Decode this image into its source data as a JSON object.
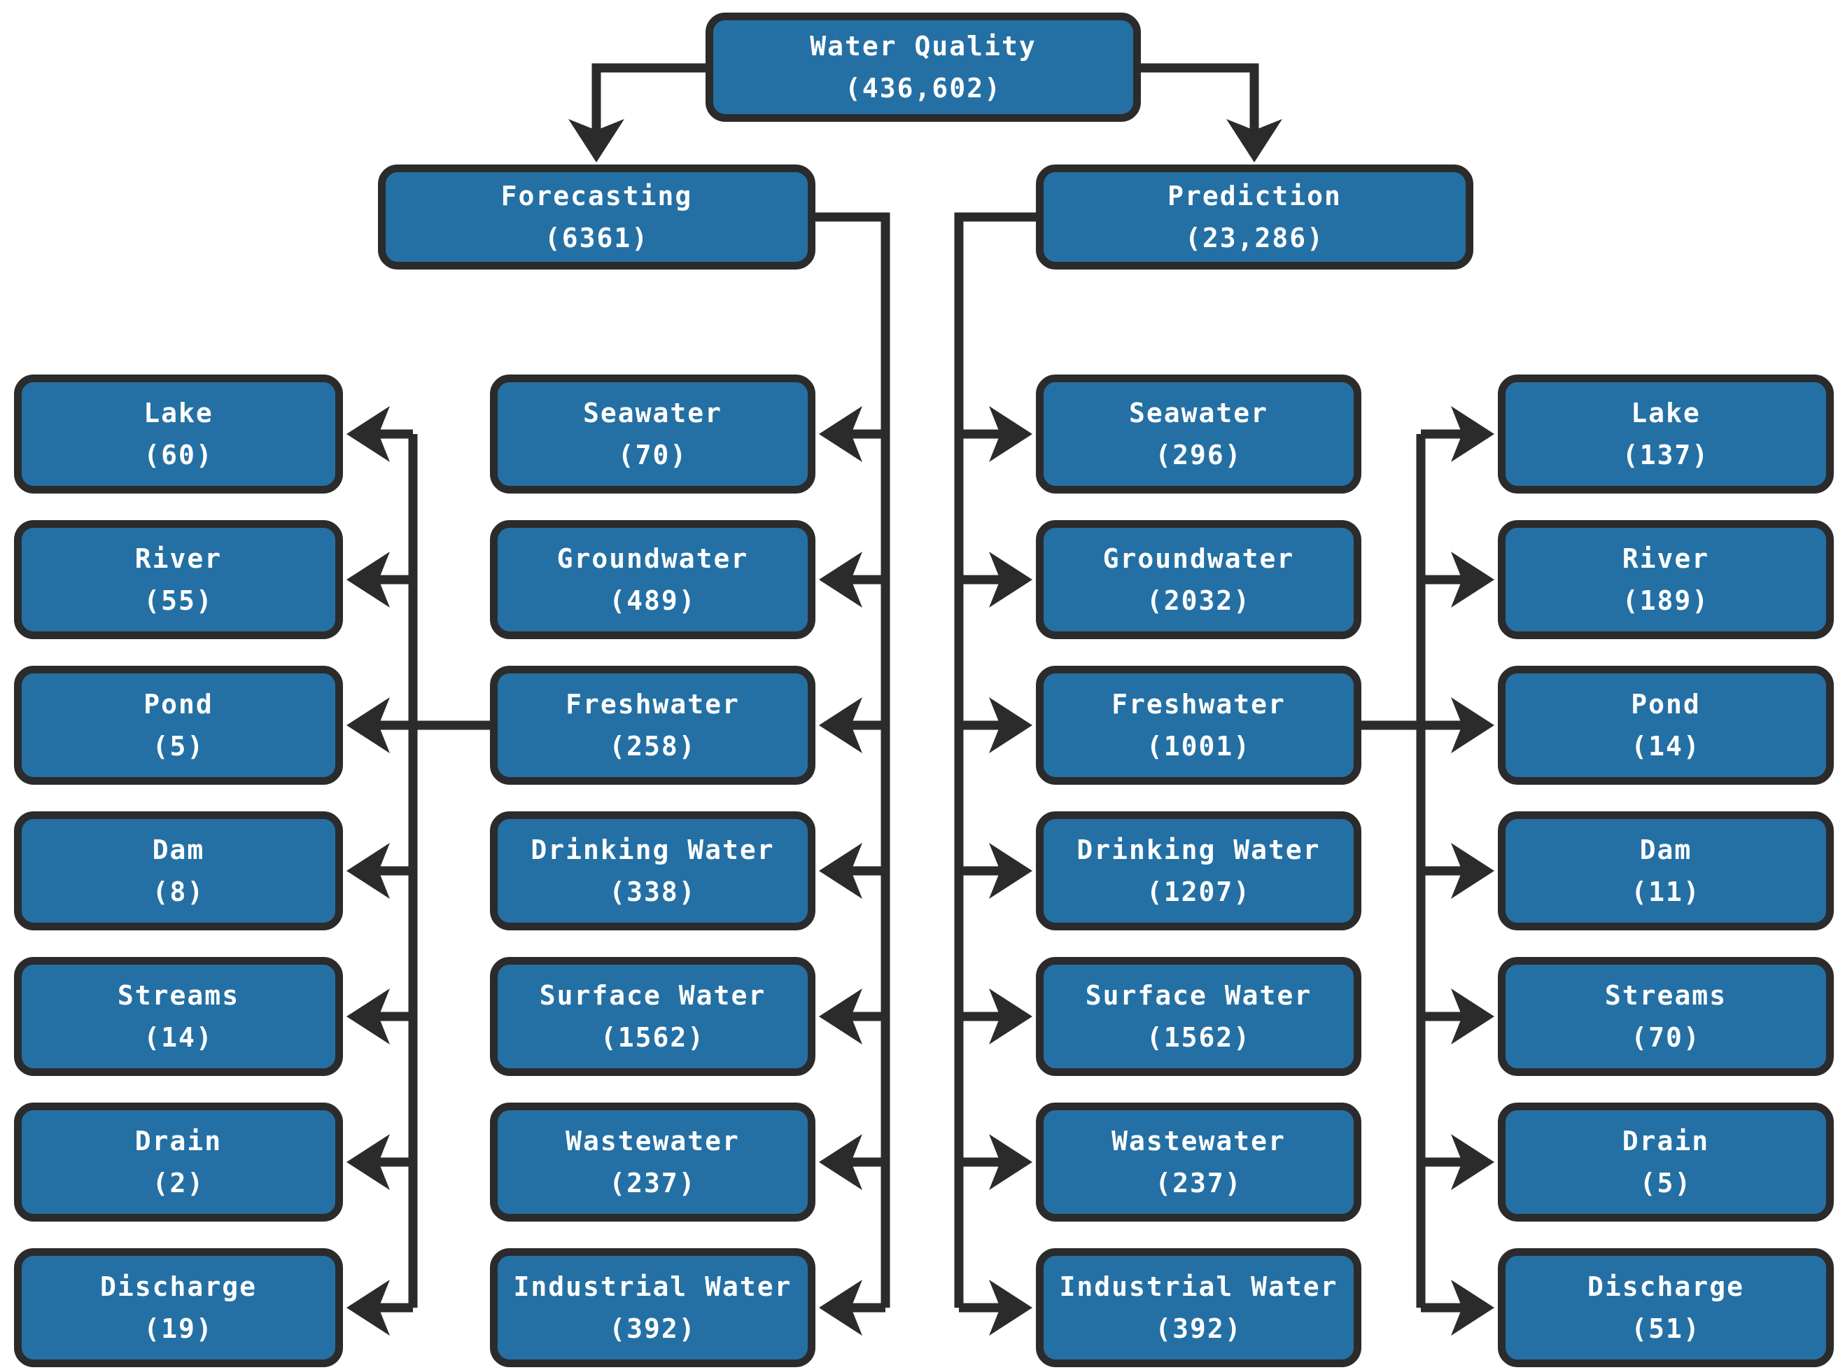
{
  "diagram": {
    "root": {
      "label": "Water Quality",
      "count": "(436,602)"
    },
    "forecasting": {
      "label": "Forecasting",
      "count": "(6361)"
    },
    "prediction": {
      "label": "Prediction",
      "count": "(23,286)"
    },
    "forecasting_categories": [
      {
        "label": "Seawater",
        "count": "(70)"
      },
      {
        "label": "Groundwater",
        "count": "(489)"
      },
      {
        "label": "Freshwater",
        "count": "(258)"
      },
      {
        "label": "Drinking Water",
        "count": "(338)"
      },
      {
        "label": "Surface Water",
        "count": "(1562)"
      },
      {
        "label": "Wastewater",
        "count": "(237)"
      },
      {
        "label": "Industrial Water",
        "count": "(392)"
      }
    ],
    "prediction_categories": [
      {
        "label": "Seawater",
        "count": "(296)"
      },
      {
        "label": "Groundwater",
        "count": "(2032)"
      },
      {
        "label": "Freshwater",
        "count": "(1001)"
      },
      {
        "label": "Drinking Water",
        "count": "(1207)"
      },
      {
        "label": "Surface Water",
        "count": "(1562)"
      },
      {
        "label": "Wastewater",
        "count": "(237)"
      },
      {
        "label": "Industrial Water",
        "count": "(392)"
      }
    ],
    "forecasting_freshwater_children": [
      {
        "label": "Lake",
        "count": "(60)"
      },
      {
        "label": "River",
        "count": "(55)"
      },
      {
        "label": "Pond",
        "count": "(5)"
      },
      {
        "label": "Dam",
        "count": "(8)"
      },
      {
        "label": "Streams",
        "count": "(14)"
      },
      {
        "label": "Drain",
        "count": "(2)"
      },
      {
        "label": "Discharge",
        "count": "(19)"
      }
    ],
    "prediction_freshwater_children": [
      {
        "label": "Lake",
        "count": "(137)"
      },
      {
        "label": "River",
        "count": "(189)"
      },
      {
        "label": "Pond",
        "count": "(14)"
      },
      {
        "label": "Dam",
        "count": "(11)"
      },
      {
        "label": "Streams",
        "count": "(70)"
      },
      {
        "label": "Drain",
        "count": "(5)"
      },
      {
        "label": "Discharge",
        "count": "(51)"
      }
    ]
  },
  "colors": {
    "box_fill": "#2470A4",
    "box_border": "#2B2B2B",
    "connector": "#2B2B2B",
    "text": "#FFFFFF",
    "background": "#FFFFFF"
  }
}
